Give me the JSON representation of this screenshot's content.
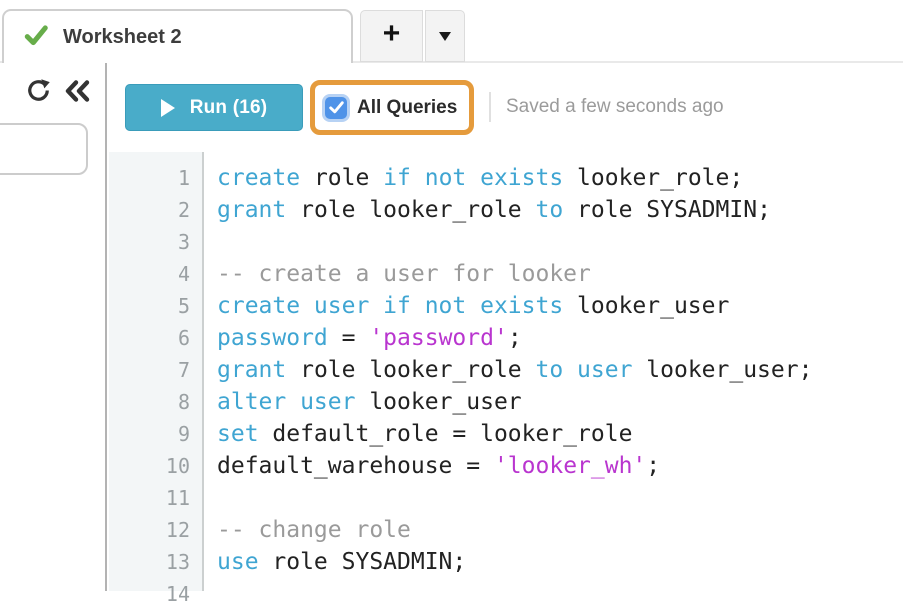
{
  "tab_bar": {
    "active_tab": {
      "label": "Worksheet 2",
      "status_icon": "green-checkmark"
    },
    "new_worksheet_button": "+",
    "worksheet_menu_icon": "caret-down"
  },
  "left_panel": {
    "icons": [
      "refresh-icon",
      "collapse-left-icon"
    ]
  },
  "toolbar": {
    "run_button": {
      "label": "Run (16)",
      "icon": "play-triangle"
    },
    "all_queries_checkbox": {
      "label": "All Queries",
      "checked": true,
      "highlighted": true
    },
    "save_status": "Saved a few seconds ago"
  },
  "editor": {
    "language": "sql",
    "lines": [
      {
        "n": 1,
        "tokens": [
          [
            "kw",
            "create"
          ],
          [
            "txt",
            " role "
          ],
          [
            "kw",
            "if not exists"
          ],
          [
            "txt",
            " looker_role;"
          ]
        ]
      },
      {
        "n": 2,
        "tokens": [
          [
            "kw",
            "grant"
          ],
          [
            "txt",
            " role looker_role "
          ],
          [
            "kw",
            "to"
          ],
          [
            "txt",
            " role SYSADMIN;"
          ]
        ]
      },
      {
        "n": 3,
        "tokens": []
      },
      {
        "n": 4,
        "tokens": [
          [
            "cmt",
            "-- create a user for looker"
          ]
        ]
      },
      {
        "n": 5,
        "tokens": [
          [
            "kw",
            "create user if not exists"
          ],
          [
            "txt",
            " looker_user"
          ]
        ]
      },
      {
        "n": 6,
        "tokens": [
          [
            "kw",
            "password"
          ],
          [
            "txt",
            " = "
          ],
          [
            "str",
            "'password'"
          ],
          [
            "txt",
            ";"
          ]
        ]
      },
      {
        "n": 7,
        "tokens": [
          [
            "kw",
            "grant"
          ],
          [
            "txt",
            " role looker_role "
          ],
          [
            "kw",
            "to user"
          ],
          [
            "txt",
            " looker_user;"
          ]
        ]
      },
      {
        "n": 8,
        "tokens": [
          [
            "kw",
            "alter user"
          ],
          [
            "txt",
            " looker_user"
          ]
        ]
      },
      {
        "n": 9,
        "tokens": [
          [
            "kw",
            "set"
          ],
          [
            "txt",
            " default_role = looker_role"
          ]
        ]
      },
      {
        "n": 10,
        "tokens": [
          [
            "txt",
            "default_warehouse = "
          ],
          [
            "str",
            "'looker_wh'"
          ],
          [
            "txt",
            ";"
          ]
        ]
      },
      {
        "n": 11,
        "tokens": []
      },
      {
        "n": 12,
        "tokens": [
          [
            "cmt",
            "-- change role"
          ]
        ]
      },
      {
        "n": 13,
        "tokens": [
          [
            "kw",
            "use"
          ],
          [
            "txt",
            " role SYSADMIN;"
          ]
        ]
      },
      {
        "n": 14,
        "tokens": []
      }
    ]
  },
  "colors": {
    "keyword": "#3fa5d2",
    "string": "#b935cf",
    "comment": "#9a9a9a",
    "code_text": "#222222",
    "run_button": "#49acc9",
    "highlight_ring": "#e59b3c",
    "checkbox_blue": "#4f93e8",
    "tab_check_green": "#67ad4a",
    "saved_text": "#9b9b9b",
    "gutter_bg": "#f3f6f7"
  }
}
